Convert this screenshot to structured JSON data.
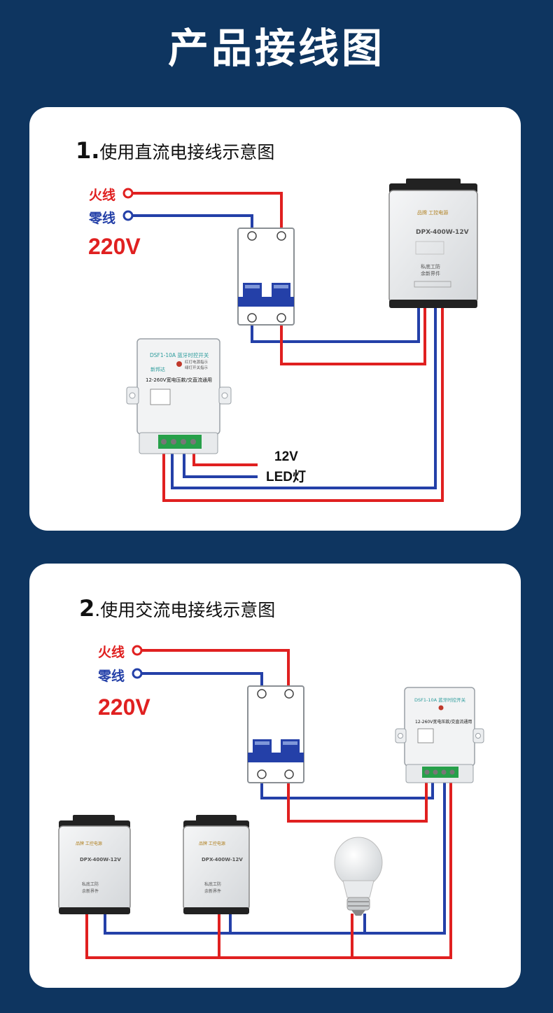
{
  "title": "产品接线图",
  "section1": {
    "number": "1.",
    "heading": "使用直流电接线示意图",
    "live_label": "火线",
    "neutral_label": "零线",
    "voltage": "220V",
    "load_voltage": "12V",
    "load_name": "LED灯"
  },
  "section2": {
    "number": "2",
    "heading": ".使用交流电接线示意图",
    "live_label": "火线",
    "neutral_label": "零线",
    "voltage": "220V"
  },
  "switch_module": {
    "model": "DSF1-10A",
    "name": "蓝牙时控开关",
    "brand": "新邦达",
    "spec": "12-260V宽电压款/交直流通用",
    "indicator_1": "红灯电源指示",
    "indicator_2": "绿灯开关指示"
  },
  "power_supply": {
    "brand_tag": "工控电源",
    "model": "DPX-400W-12V",
    "slogan": "私底工防 余新界件"
  },
  "colors": {
    "live": "#e02020",
    "neutral": "#2440a8",
    "background": "#0e3560"
  }
}
